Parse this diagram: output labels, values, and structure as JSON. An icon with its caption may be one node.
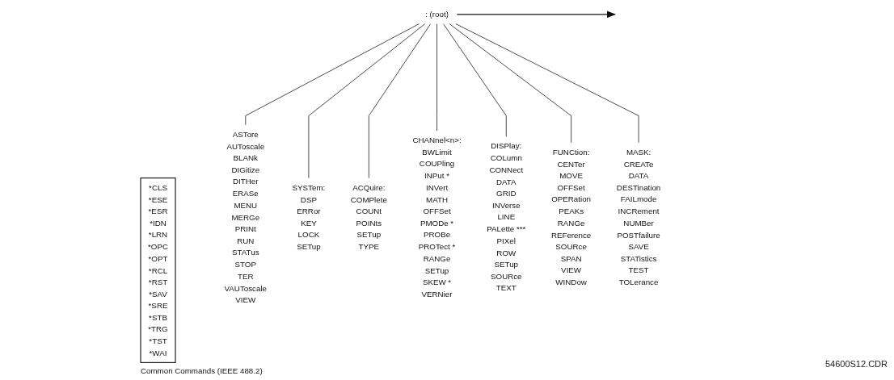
{
  "diagram": {
    "nodes": [
      {
        "text": [
          ": (root)"
        ]
      },
      {
        "text": [
          "*CLS",
          "*ESE",
          "*ESR",
          "*IDN",
          "*LRN",
          "*OPC",
          "*OPT",
          "*RCL",
          "*RST",
          "*SAV",
          "*SRE",
          "*STB",
          "*TRG",
          "*TST",
          "*WAI"
        ],
        "beside": [
          "Common Commands (IEEE 488.2)"
        ]
      },
      {
        "text": [
          "ASTore",
          "AUToscale",
          "BLANk",
          "DIGitize",
          "DITHer",
          "ERASe",
          "MENU",
          "MERGe",
          "PRINt",
          "RUN",
          "STATus",
          "STOP",
          "TER",
          "VAUToscale",
          "VIEW"
        ]
      },
      {
        "text": [
          "SYSTem:",
          "DSP",
          "ERRor",
          "KEY",
          "LOCK",
          "SETup"
        ]
      },
      {
        "text": [
          "ACQuire:",
          "COMPlete",
          "COUNt",
          "POINts",
          "SETup",
          "TYPE"
        ]
      },
      {
        "text": [
          "CHANnel<n>:",
          "BWLimit",
          "COUPling",
          "INPut *",
          "INVert",
          "MATH",
          "OFFSet",
          "PMODe *",
          "PROBe",
          "PROTect *",
          "RANGe",
          "SETup",
          "SKEW *",
          "VERNier"
        ]
      },
      {
        "text": [
          "DISPlay:",
          "COLumn",
          "CONNect",
          "DATA",
          "GRID",
          "INVerse",
          "LINE",
          "PALette ***",
          "PIXel",
          "ROW",
          "SETup",
          "SOURce",
          "TEXT"
        ]
      },
      {
        "text": [
          "FUNCtion:",
          "CENTer",
          "MOVE",
          "OFFSet",
          "OPERation",
          "PEAKs",
          "RANGe",
          "REFerence",
          "SOURce",
          "SPAN",
          "VIEW",
          "WINDow"
        ]
      },
      {
        "text": [
          "MASK:",
          "CREATe",
          "DATA",
          "DESTination",
          "FAILmode",
          "INCRement",
          "NUMBer",
          "POSTfailure",
          "SAVE",
          "STATistics",
          "TEST",
          "TOLerance"
        ]
      }
    ],
    "edges": [
      {
        "from": 0,
        "to": 2,
        "arrow": "none"
      },
      {
        "from": 0,
        "to": 3,
        "arrow": "none"
      },
      {
        "from": 0,
        "to": 4,
        "arrow": "none"
      },
      {
        "from": 0,
        "to": 5,
        "arrow": "none"
      },
      {
        "from": 0,
        "to": 6,
        "arrow": "none"
      },
      {
        "from": 0,
        "to": 7,
        "arrow": "none"
      },
      {
        "from": 0,
        "to": 8,
        "arrow": "none"
      },
      {
        "from": 0,
        "to": null,
        "arrow": "to"
      }
    ],
    "labels": [
      "54600S12.CDR"
    ]
  }
}
